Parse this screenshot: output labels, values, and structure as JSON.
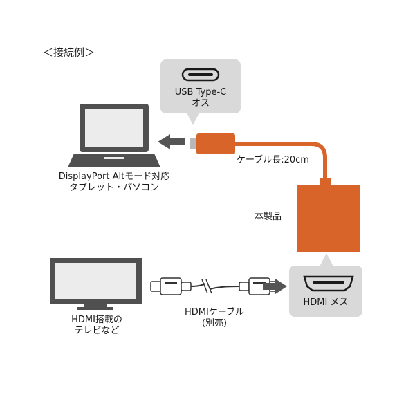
{
  "heading": "＜接続例＞",
  "usb_callout": {
    "line1": "USB Type-C",
    "line2": "オス"
  },
  "cable_length": "ケーブル長:20cm",
  "device": {
    "line1": "DisplayPort Altモード対応",
    "line2": "タブレット・パソコン"
  },
  "product": "本製品",
  "hdmi_callout": "HDMI メス",
  "tv": {
    "line1": "HDMI搭載の",
    "line2": "テレビなど"
  },
  "hdmi_cable": {
    "line1": "HDMIケーブル",
    "line2": "(別売)"
  },
  "colors": {
    "accent": "#d8642a",
    "callout_bg": "#d9d9d9",
    "device_gray": "#505050",
    "arrow_gray": "#555555"
  },
  "icons": [
    "laptop-icon",
    "tv-icon",
    "usb-c-port-icon",
    "hdmi-port-icon",
    "hdmi-cable-icon",
    "arrow-left-icon",
    "arrow-right-icon"
  ]
}
